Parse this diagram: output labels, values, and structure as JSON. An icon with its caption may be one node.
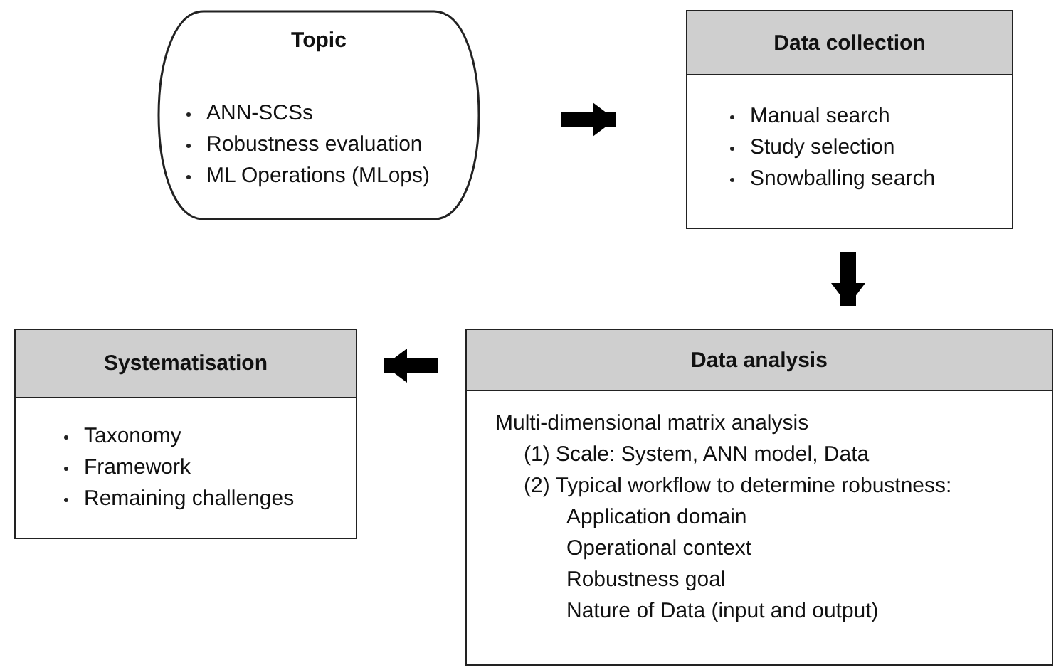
{
  "diagram": {
    "nodes": [
      {
        "text": [
          "Topic",
          "ANN-SCSs",
          "Robustness evaluation",
          "ML Operations (MLops)"
        ]
      },
      {
        "text": [
          "Data collection",
          "Manual search",
          "Study selection",
          "Snowballing search"
        ]
      },
      {
        "text": [
          "Systematisation",
          "Taxonomy",
          "Framework",
          "Remaining challenges"
        ]
      },
      {
        "text": [
          "Data analysis",
          "Multi-dimensional matrix analysis",
          "(1) Scale: System, ANN model, Data",
          "(2) Typical workflow to determine robustness:",
          "Application domain",
          "Operational context",
          "Robustness goal",
          "Nature of Data (input and output)"
        ]
      }
    ],
    "edges": [
      {
        "from": 0,
        "to": 1,
        "arrow": "to"
      },
      {
        "from": 1,
        "to": 3,
        "arrow": "to"
      },
      {
        "from": 3,
        "to": 2,
        "arrow": "to"
      }
    ]
  }
}
